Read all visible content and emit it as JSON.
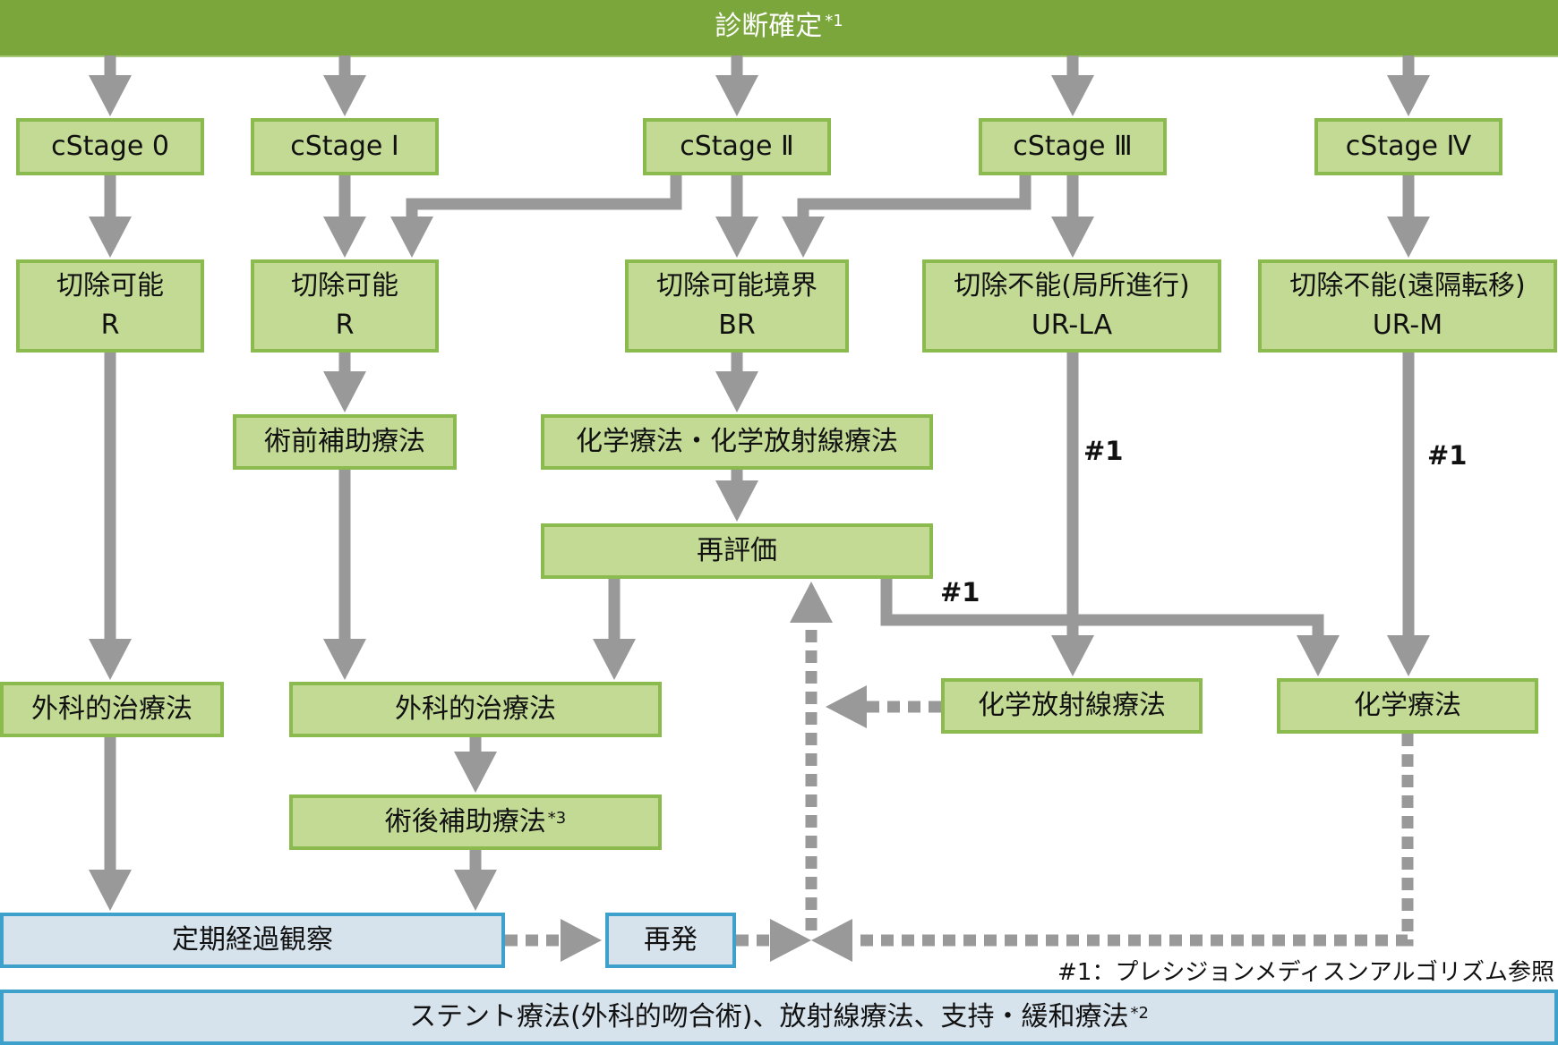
{
  "header": {
    "title": "診断確定",
    "note": "*1"
  },
  "stages": [
    {
      "id": "s0",
      "label": "cStage 0"
    },
    {
      "id": "s1",
      "label": "cStage Ⅰ"
    },
    {
      "id": "s2",
      "label": "cStage Ⅱ"
    },
    {
      "id": "s3",
      "label": "cStage Ⅲ"
    },
    {
      "id": "s4",
      "label": "cStage Ⅳ"
    }
  ],
  "resectability": [
    {
      "line1": "切除可能",
      "line2": "R"
    },
    {
      "line1": "切除可能",
      "line2": "R"
    },
    {
      "line1": "切除可能境界",
      "line2": "BR"
    },
    {
      "line1": "切除不能(局所進行)",
      "line2": "UR-LA"
    },
    {
      "line1": "切除不能(遠隔転移)",
      "line2": "UR-M"
    }
  ],
  "treatments": {
    "neoadjuvant": "術前補助療法",
    "chemo_chemoradiation": "化学療法・化学放射線療法",
    "reevaluation": "再評価",
    "surgery_left": "外科的治療法",
    "surgery_center": "外科的治療法",
    "adjuvant": "術後補助療法",
    "adjuvant_note": "*3",
    "chemoradiation": "化学放射線療法",
    "chemotherapy": "化学療法"
  },
  "followup": {
    "observation": "定期経過観察",
    "recurrence": "再発"
  },
  "hash_labels": [
    "#1",
    "#1",
    "#1"
  ],
  "footnote": "#1：プレシジョンメディスンアルゴリズム参照",
  "bottom_bar": {
    "text": "ステント療法(外科的吻合術)、放射線療法、支持・緩和療法",
    "note": "*2"
  },
  "colors": {
    "header_green": "#7ba63b",
    "box_fill": "#c3da95",
    "box_border": "#8bbb4f",
    "blue_fill": "#d6e3ed",
    "blue_border": "#3ea1cc",
    "arrow_gray": "#999999"
  }
}
